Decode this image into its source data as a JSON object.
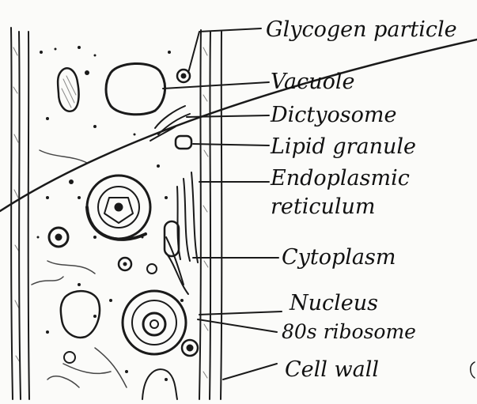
{
  "diagram": {
    "labels": {
      "glycogen": "Glycogen particle",
      "vacuole": "Vacuole",
      "dictyosome": "Dictyosome",
      "lipid": "Lipid granule",
      "er_line1": "Endoplasmic",
      "er_line2": "reticulum",
      "cytoplasm": "Cytoplasm",
      "nucleus": "Nucleus",
      "ribosome": "80s ribosome",
      "cellwall": "Cell wall"
    },
    "ink_color": "#1a1a1a",
    "paper_color": "#fbfbf9"
  }
}
